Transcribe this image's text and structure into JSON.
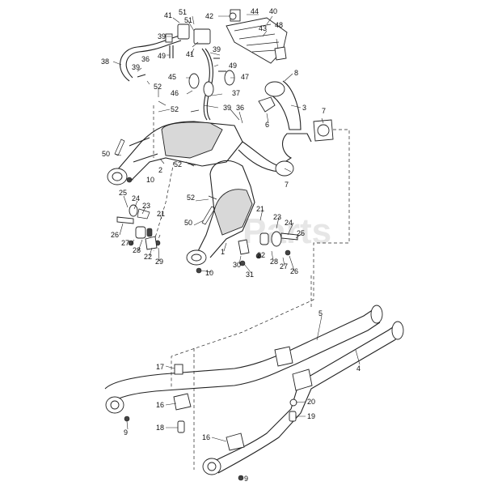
{
  "watermark": "Parts",
  "callouts": [
    {
      "id": "c41",
      "text": "41"
    },
    {
      "id": "c51a",
      "text": "51"
    },
    {
      "id": "c39a",
      "text": "39"
    },
    {
      "id": "c49a",
      "text": "49"
    },
    {
      "id": "c51b",
      "text": "51"
    },
    {
      "id": "c42",
      "text": "42"
    },
    {
      "id": "c44",
      "text": "44"
    },
    {
      "id": "c40",
      "text": "40"
    },
    {
      "id": "c43",
      "text": "43"
    },
    {
      "id": "c48",
      "text": "48"
    },
    {
      "id": "c38",
      "text": "38"
    },
    {
      "id": "c39b",
      "text": "39"
    },
    {
      "id": "c36a",
      "text": "36"
    },
    {
      "id": "c41b",
      "text": "41"
    },
    {
      "id": "c39c",
      "text": "39"
    },
    {
      "id": "c49b",
      "text": "49"
    },
    {
      "id": "c45",
      "text": "45"
    },
    {
      "id": "c47",
      "text": "47"
    },
    {
      "id": "c46",
      "text": "46"
    },
    {
      "id": "c37",
      "text": "37"
    },
    {
      "id": "c8",
      "text": "8"
    },
    {
      "id": "c52a",
      "text": "52"
    },
    {
      "id": "c52b",
      "text": "52"
    },
    {
      "id": "c39d",
      "text": "39"
    },
    {
      "id": "c36b",
      "text": "36"
    },
    {
      "id": "c3",
      "text": "3"
    },
    {
      "id": "c6",
      "text": "6"
    },
    {
      "id": "c7a",
      "text": "7"
    },
    {
      "id": "c50a",
      "text": "50"
    },
    {
      "id": "c2",
      "text": "2"
    },
    {
      "id": "c52c",
      "text": "52"
    },
    {
      "id": "c7b",
      "text": "7"
    },
    {
      "id": "c10a",
      "text": "10"
    },
    {
      "id": "c25a",
      "text": "25"
    },
    {
      "id": "c24a",
      "text": "24"
    },
    {
      "id": "c52d",
      "text": "52"
    },
    {
      "id": "c23a",
      "text": "23"
    },
    {
      "id": "c21a",
      "text": "21"
    },
    {
      "id": "c26a",
      "text": "26"
    },
    {
      "id": "c27a",
      "text": "27"
    },
    {
      "id": "c28a",
      "text": "28"
    },
    {
      "id": "c22a",
      "text": "22"
    },
    {
      "id": "c29",
      "text": "29"
    },
    {
      "id": "c50b",
      "text": "50"
    },
    {
      "id": "c21b",
      "text": "21"
    },
    {
      "id": "c23b",
      "text": "23"
    },
    {
      "id": "c24b",
      "text": "24"
    },
    {
      "id": "c25b",
      "text": "25"
    },
    {
      "id": "c1",
      "text": "1"
    },
    {
      "id": "c22b",
      "text": "22"
    },
    {
      "id": "c28b",
      "text": "28"
    },
    {
      "id": "c27b",
      "text": "27"
    },
    {
      "id": "c26b",
      "text": "26"
    },
    {
      "id": "c30",
      "text": "30"
    },
    {
      "id": "c31",
      "text": "31"
    },
    {
      "id": "c10b",
      "text": "10"
    },
    {
      "id": "c5",
      "text": "5"
    },
    {
      "id": "c4",
      "text": "4"
    },
    {
      "id": "c17",
      "text": "17"
    },
    {
      "id": "c16a",
      "text": "16"
    },
    {
      "id": "c18",
      "text": "18"
    },
    {
      "id": "c9a",
      "text": "9"
    },
    {
      "id": "c20",
      "text": "20"
    },
    {
      "id": "c19",
      "text": "19"
    },
    {
      "id": "c16b",
      "text": "16"
    },
    {
      "id": "c9b",
      "text": "9"
    }
  ]
}
